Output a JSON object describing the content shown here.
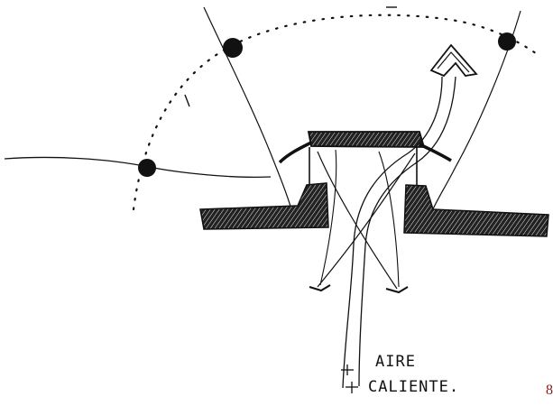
{
  "labels": {
    "line1": "AIRE",
    "line2": "CALIENTE."
  },
  "page_number": "8",
  "colors": {
    "ink": "#111111",
    "page_number": "#8b1a1a"
  }
}
